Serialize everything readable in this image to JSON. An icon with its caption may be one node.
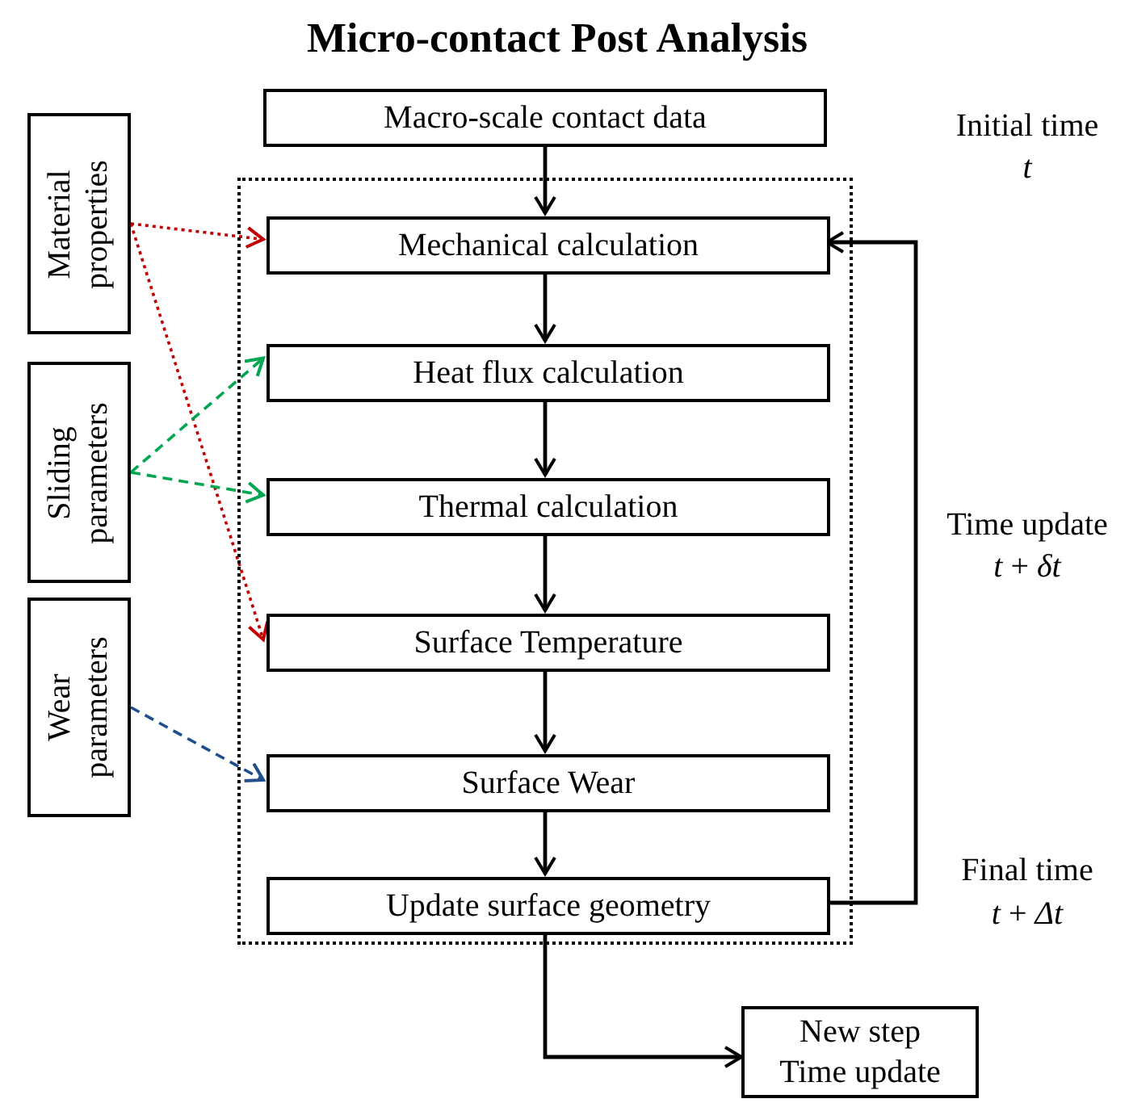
{
  "diagram": {
    "title": "Micro-contact Post Analysis",
    "nodes": [
      {
        "text": [
          "Macro-scale contact data"
        ]
      },
      {
        "text": [],
        "shape": "box"
      },
      {
        "text": [
          "Mechanical calculation"
        ],
        "in": 1
      },
      {
        "text": [
          "Heat flux calculation"
        ],
        "in": 1
      },
      {
        "text": [
          "Thermal calculation"
        ],
        "in": 1
      },
      {
        "text": [
          "Surface Temperature"
        ],
        "in": 1
      },
      {
        "text": [
          "Surface Wear"
        ],
        "in": 1
      },
      {
        "text": [
          "Update surface geometry"
        ],
        "in": 1
      },
      {
        "text": [
          "Material properties"
        ]
      },
      {
        "text": [
          "Sliding parameters"
        ]
      },
      {
        "text": [
          "Wear parameters"
        ]
      },
      {
        "text": [
          "New step Time update"
        ]
      }
    ],
    "edges": [
      {
        "from": 0,
        "to": 2,
        "arrow": "to"
      },
      {
        "from": 2,
        "to": 3,
        "arrow": "to"
      },
      {
        "from": 3,
        "to": 4,
        "arrow": "to"
      },
      {
        "from": 4,
        "to": 5,
        "arrow": "to"
      },
      {
        "from": 5,
        "to": 6,
        "arrow": "to"
      },
      {
        "from": 6,
        "to": 7,
        "arrow": "to"
      },
      {
        "from": 7,
        "to": 2,
        "arrow": "to"
      },
      {
        "from": 7,
        "to": 11,
        "arrow": "to"
      },
      {
        "from": 8,
        "to": 2,
        "arrow": "to",
        "style": "dashed",
        "color": "#c00000"
      },
      {
        "from": 8,
        "to": 5,
        "arrow": "to",
        "style": "dashed",
        "color": "#c00000"
      },
      {
        "from": 9,
        "to": 3,
        "arrow": "to",
        "style": "dashed",
        "color": "#00a650"
      },
      {
        "from": 9,
        "to": 4,
        "arrow": "to",
        "style": "dashed",
        "color": "#00a650"
      },
      {
        "from": 10,
        "to": 6,
        "arrow": "to",
        "style": "dashed",
        "color": "#1f4e8c"
      }
    ],
    "labels": [
      "Initial time",
      "*t*",
      "Time update",
      "*t* + *δt*",
      "Final time",
      "*t* + *Δt*"
    ]
  }
}
